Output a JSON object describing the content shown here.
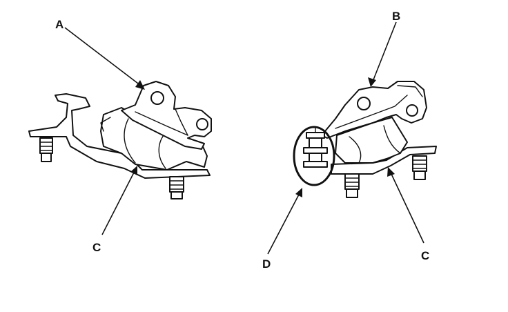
{
  "labels": {
    "a": "A",
    "b": "B",
    "c_left": "C",
    "c_right": "C",
    "d": "D"
  }
}
